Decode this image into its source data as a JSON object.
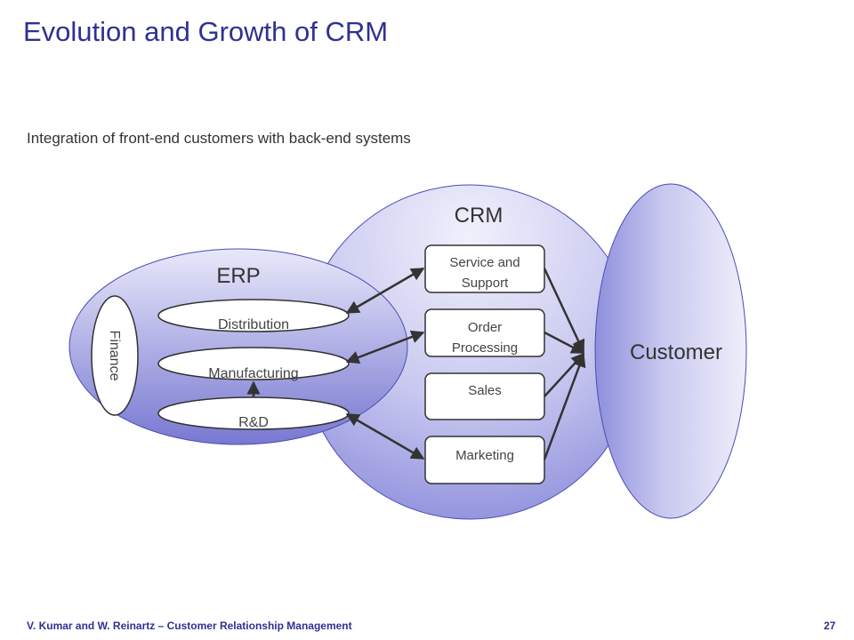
{
  "slide": {
    "title": "Evolution and Growth of CRM",
    "subtitle": "Integration of front-end customers with back-end systems",
    "footer": "V. Kumar and W. Reinartz – Customer Relationship Management",
    "page_number": "27"
  },
  "diagram": {
    "crm_label": "CRM",
    "erp_label": "ERP",
    "customer_label": "Customer",
    "finance_label": "Finance",
    "erp_items": [
      "Distribution",
      "Manufacturing",
      "R&D"
    ],
    "crm_boxes": [
      [
        "Service and",
        "Support"
      ],
      [
        "Order",
        "Processing"
      ],
      [
        "Sales"
      ],
      [
        "Marketing"
      ]
    ],
    "colors": {
      "title": "#2E3192",
      "circle_fill_light": "#E6E6FA",
      "circle_fill_dark": "#8E8EDC",
      "outline": "#4B4BB4",
      "arrow": "#333333"
    }
  }
}
